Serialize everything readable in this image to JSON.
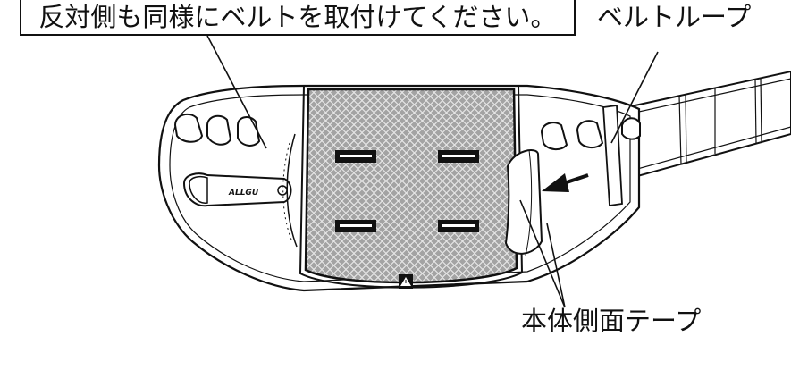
{
  "callout": {
    "instruction": "反対側も同様にベルトを取付けてください。"
  },
  "labels": {
    "belt_loop": "ベルトループ",
    "side_tape": "本体側面テープ"
  },
  "device": {
    "brand": "ALLGU"
  },
  "colors": {
    "line": "#111111",
    "pad": "#9a9a9a",
    "background": "#ffffff"
  },
  "icons": {
    "arrow": "arrow-left-icon",
    "warning": "warning-triangle-icon"
  }
}
